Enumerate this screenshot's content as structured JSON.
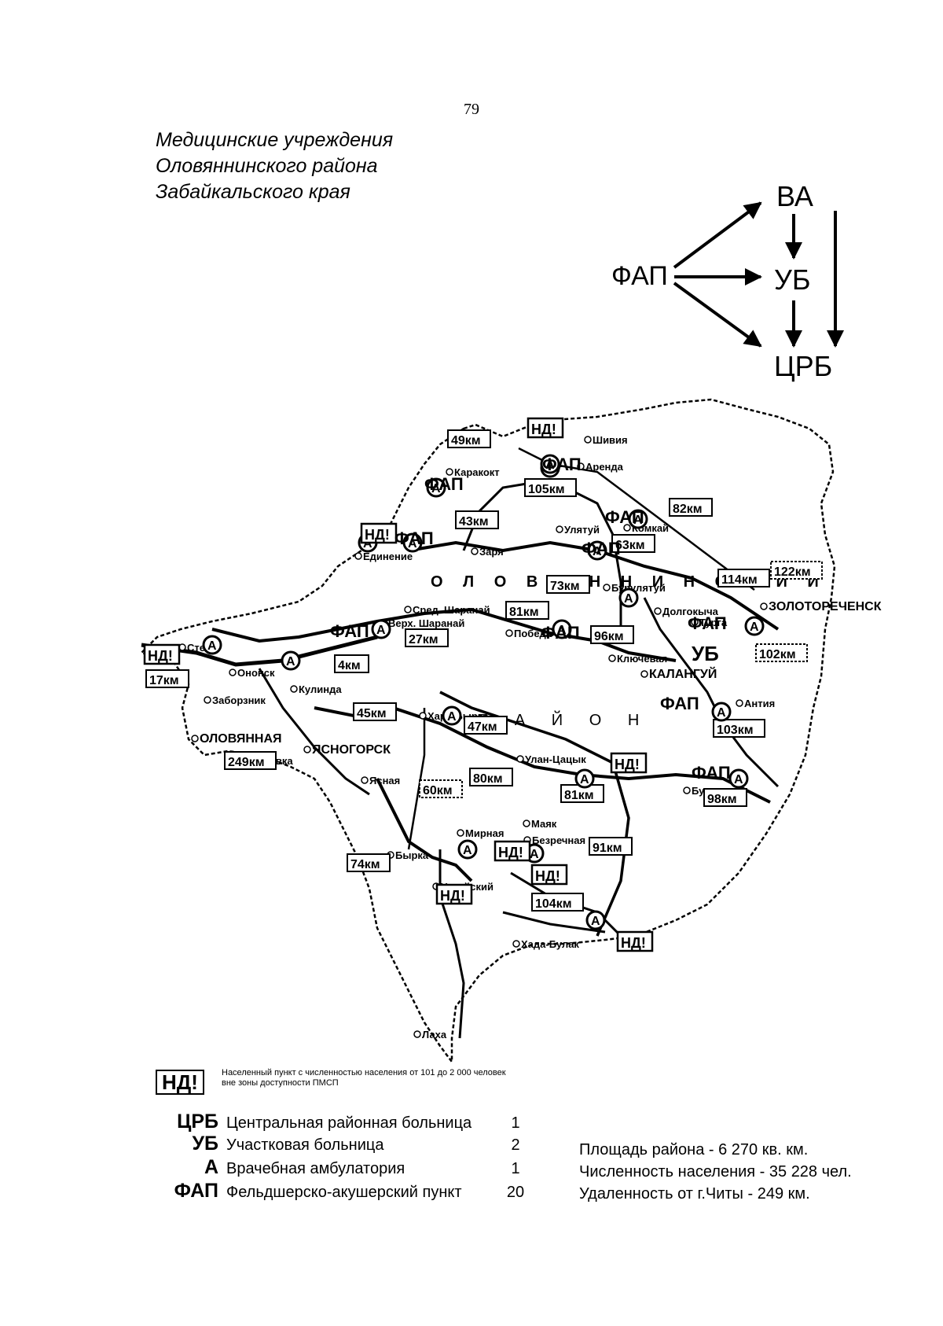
{
  "page_number": "79",
  "title": [
    "Медицинские учреждения",
    "Оловяннинского района",
    "Забайкальского края"
  ],
  "diagram": {
    "source": "ФАП",
    "targets": [
      "ВА",
      "УБ",
      "ЦРБ"
    ]
  },
  "map": {
    "district_label_top": "О Л О В Я Н Н И Н С К И Й",
    "district_label_bottom": "Р А Й О Н",
    "settlements": [
      "Шивия",
      "Аренда",
      "Каракокт",
      "Улятуй",
      "Комкай",
      "Заря",
      "Единение",
      "Бурулятуй",
      "Сред. Шаранай",
      "Верх. Шаранай",
      "Победа",
      "Долгокыча",
      "Турга",
      "ЗОЛОТОРЕЧЕНСК",
      "Ключевая",
      "КАЛАНГУЙ",
      "Степь",
      "Ононск",
      "Кулинда",
      "Хара-Бырка",
      "Антия",
      "Заборзник",
      "ОЛОВЯННАЯ",
      "ЯСНОГОРСК",
      "Тополевка",
      "Улан-Цацык",
      "Булум",
      "Ясная",
      "Маяк",
      "Мирная",
      "Безречная",
      "Бырка",
      "Уртуйский",
      "Хада-Булак",
      "Лаха"
    ],
    "distance_labels": [
      "49км",
      "105км",
      "82км",
      "43км",
      "63км",
      "73км",
      "114км",
      "122км",
      "81км",
      "27км",
      "96км",
      "102км",
      "17км",
      "4км",
      "45км",
      "47км",
      "103км",
      "249км",
      "60км",
      "80км",
      "81км",
      "98км",
      "91км",
      "74км",
      "104км"
    ],
    "nd_label": "НД!",
    "facility_label": "ФАП",
    "ambulatory_label": "А",
    "ub_label": "УБ"
  },
  "legend": {
    "nd_box": "НД!",
    "nd_text": "Населенный пункт с численностью населения от 101 до 2 000 человек вне зоны доступности ПМСП",
    "items": [
      {
        "abbr": "ЦРБ",
        "desc": "Центральная районная больница",
        "count": "1"
      },
      {
        "abbr": "УБ",
        "desc": "Участковая больница",
        "count": "2"
      },
      {
        "abbr": "А",
        "desc": "Врачебная амбулатория",
        "count": "1"
      },
      {
        "abbr": "ФАП",
        "desc": "Фельдшерско-акушерский пункт",
        "count": "20"
      }
    ]
  },
  "stats": {
    "area": "Площадь района - 6 270 кв. км.",
    "population": "Численность населения - 35 228 чел.",
    "distance": "Удаленность от г.Читы - 249 км."
  }
}
